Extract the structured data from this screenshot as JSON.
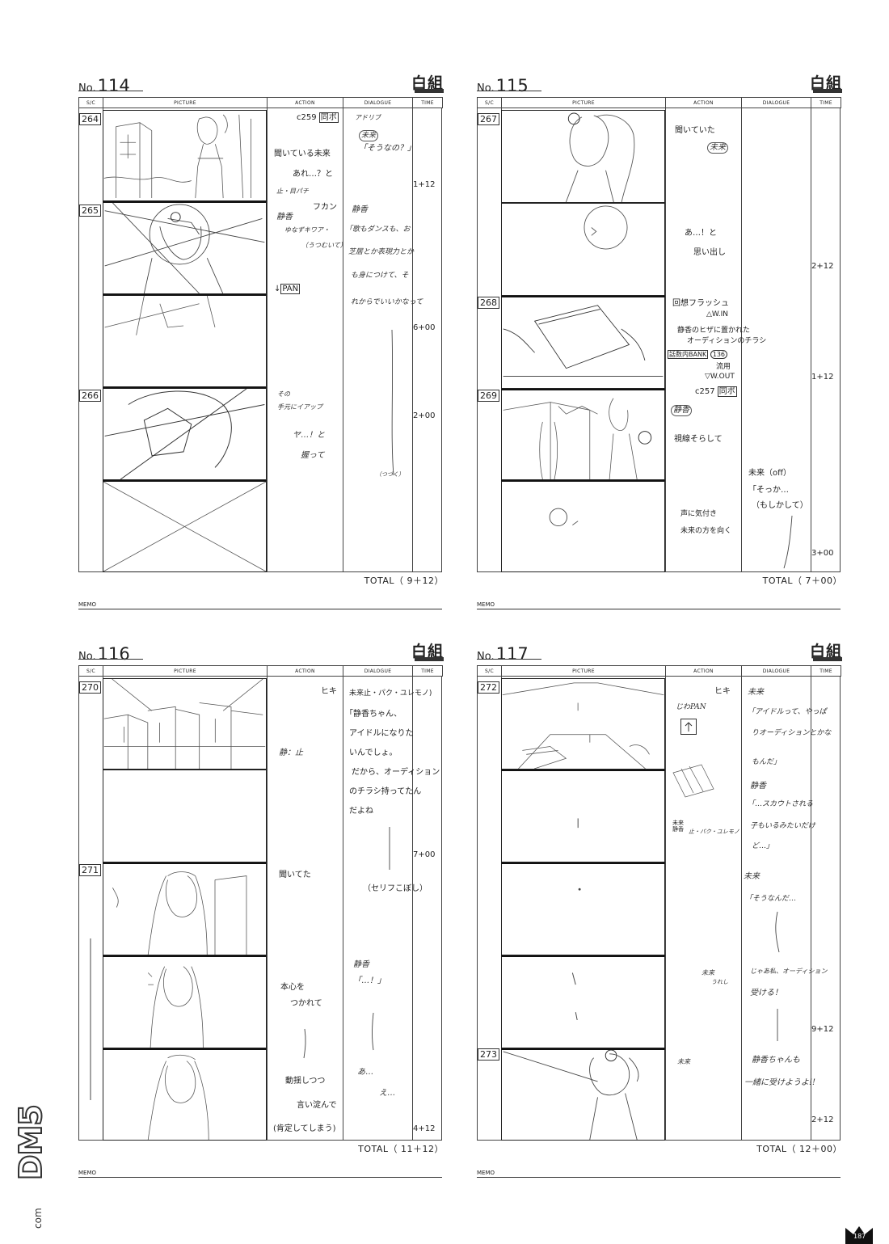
{
  "sheets": [
    {
      "no_prefix": "No.",
      "no": "114",
      "studio": "白組",
      "headers": [
        "S/C",
        "PICTURE",
        "ACTION",
        "DIALOGUE",
        "TIME"
      ],
      "cuts": [
        "264",
        "265",
        "266"
      ],
      "action": {
        "a1": "c259",
        "a1b": "同ポ",
        "a2": "聞いている未来",
        "a3": "あれ…？と",
        "a4": "止・目パチ",
        "a5": "フカン",
        "a6": "静香",
        "a7": "ゆなずキワア・",
        "a8": "（うつむいて）",
        "a9": "↓",
        "a9b": "PAN",
        "a10": "その",
        "a11": "手元にイアップ",
        "a12": "ヤ…！と",
        "a13": "握って"
      },
      "dialogue": {
        "d1": "アドリブ",
        "d2": "未来",
        "d3": "「そうなの？」",
        "d4": "静香",
        "d5": "「歌もダンスも、お",
        "d6": "芝居とか表現力とか",
        "d7": "も身につけて、そ",
        "d8": "れからでいいかなって",
        "d9": "（つづく）"
      },
      "times": [
        "1+12",
        "6+00",
        "2+00"
      ],
      "total": "TOTAL（ 9＋12）",
      "memo": "MEMO"
    },
    {
      "no_prefix": "No.",
      "no": "115",
      "studio": "白組",
      "headers": [
        "S/C",
        "PICTURE",
        "ACTION",
        "DIALOGUE",
        "TIME"
      ],
      "cuts": [
        "267",
        "268",
        "269"
      ],
      "action": {
        "a1": "聞いていた",
        "a2": "未来",
        "a3": "あ…！と",
        "a4": "思い出し",
        "a5": "回想フラッシュ",
        "a6": "△W.IN",
        "a7": "静香のヒザに置かれた",
        "a8": "オーディションのチラシ",
        "a9": "話数内BANK",
        "a9b": "136",
        "a10": "流用",
        "a11": "▽W.OUT",
        "a12": "c257",
        "a12b": "同ポ",
        "a13": "静香",
        "a14": "視線そらして",
        "a15": "声に気付き",
        "a16": "未来の方を向く"
      },
      "dialogue": {
        "d1": "未来（off）",
        "d2": "「そっか…",
        "d3": "（もしかして）"
      },
      "times": [
        "2+12",
        "1+12",
        "3+00"
      ],
      "total": "TOTAL（ 7＋00）",
      "memo": "MEMO"
    },
    {
      "no_prefix": "No.",
      "no": "116",
      "studio": "白組",
      "headers": [
        "S/C",
        "PICTURE",
        "ACTION",
        "DIALOGUE",
        "TIME"
      ],
      "cuts": [
        "270",
        "271"
      ],
      "action": {
        "a1": "ヒキ",
        "a2": "静：止",
        "a3": "聞いてた",
        "a4": "本心を",
        "a5": "つかれて",
        "a6": "動揺しつつ",
        "a7": "言い淀んで",
        "a8": "(肯定してしまう)"
      },
      "dialogue": {
        "d1": "未来止・パク・ユレモノ)",
        "d2": "「静香ちゃん、",
        "d3": "アイドルになりた",
        "d4": "いんでしょ。",
        "d5": "だから、オーディション",
        "d6": "のチラシ持ってたん",
        "d7": "だよね",
        "d8": "（セリフこぼし）",
        "d9": "静香",
        "d10": "「…！」",
        "d11": "あ…",
        "d12": "え…"
      },
      "times": [
        "7+00",
        "4+12"
      ],
      "total": "TOTAL（ 11＋12）",
      "memo": "MEMO"
    },
    {
      "no_prefix": "No.",
      "no": "117",
      "studio": "白組",
      "headers": [
        "S/C",
        "PICTURE",
        "ACTION",
        "DIALOGUE",
        "TIME"
      ],
      "cuts": [
        "272",
        "273"
      ],
      "action": {
        "a1": "ヒキ",
        "a2": "じわPAN",
        "a3": "未来",
        "a4": "静香",
        "a5": "止・パク・ユレモノ",
        "a6": "未来",
        "a7": "うれし",
        "a8": "未来"
      },
      "dialogue": {
        "d1": "未来",
        "d2": "「アイドルって、やっぱ",
        "d3": "りオーディションとかな",
        "d4": "もんだ」",
        "d5": "静香",
        "d6": "「…スカウトされる",
        "d7": "子もいるみたいだけ",
        "d8": "ど…」",
        "d9": "未来",
        "d10": "「そうなんだ…",
        "d11": "じゃあ私、オーディション",
        "d12": "受ける！",
        "d13": "静香ちゃんも",
        "d14": "一緒に受けようよ!!"
      },
      "times": [
        "9+12",
        "2+12"
      ],
      "total": "TOTAL（ 12＋00）",
      "memo": "MEMO"
    }
  ],
  "watermark": "DM5",
  "watermark_sub": "com",
  "page_number": "187"
}
